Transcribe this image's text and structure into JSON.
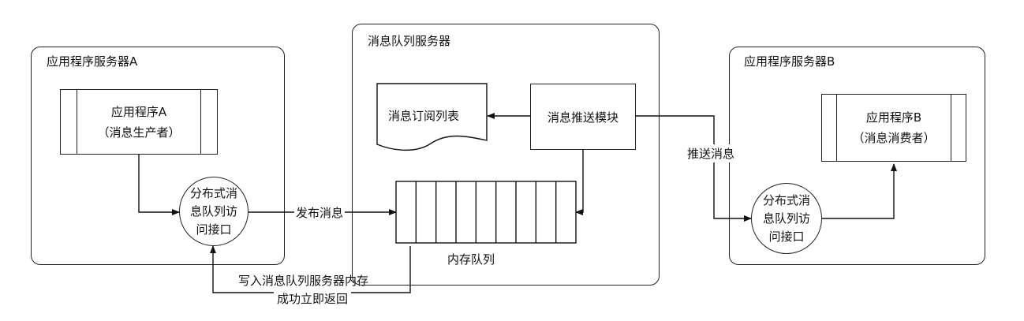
{
  "containers": {
    "server_a": {
      "title": "应用程序服务器A"
    },
    "mq_server": {
      "title": "消息队列服务器"
    },
    "server_b": {
      "title": "应用程序服务器B"
    }
  },
  "nodes": {
    "app_a": {
      "line1": "应用程序A",
      "line2": "（消息生产者）"
    },
    "access_a": {
      "line1": "分布式消",
      "line2": "息队列访",
      "line3": "问接口"
    },
    "sub_list": {
      "label": "消息订阅列表"
    },
    "push_module": {
      "label": "消息推送模块"
    },
    "memory_queue": {
      "label": "内存队列",
      "slots": 9
    },
    "app_b": {
      "line1": "应用程序B",
      "line2": "（消息消费者）"
    },
    "access_b": {
      "line1": "分布式消",
      "line2": "息队列访",
      "line3": "问接口"
    }
  },
  "edges": {
    "publish": {
      "label": "发布消息"
    },
    "push": {
      "label": "推送消息"
    },
    "return": {
      "line1": "写入消息队列服务器内存",
      "line2": "成功立即返回"
    }
  }
}
